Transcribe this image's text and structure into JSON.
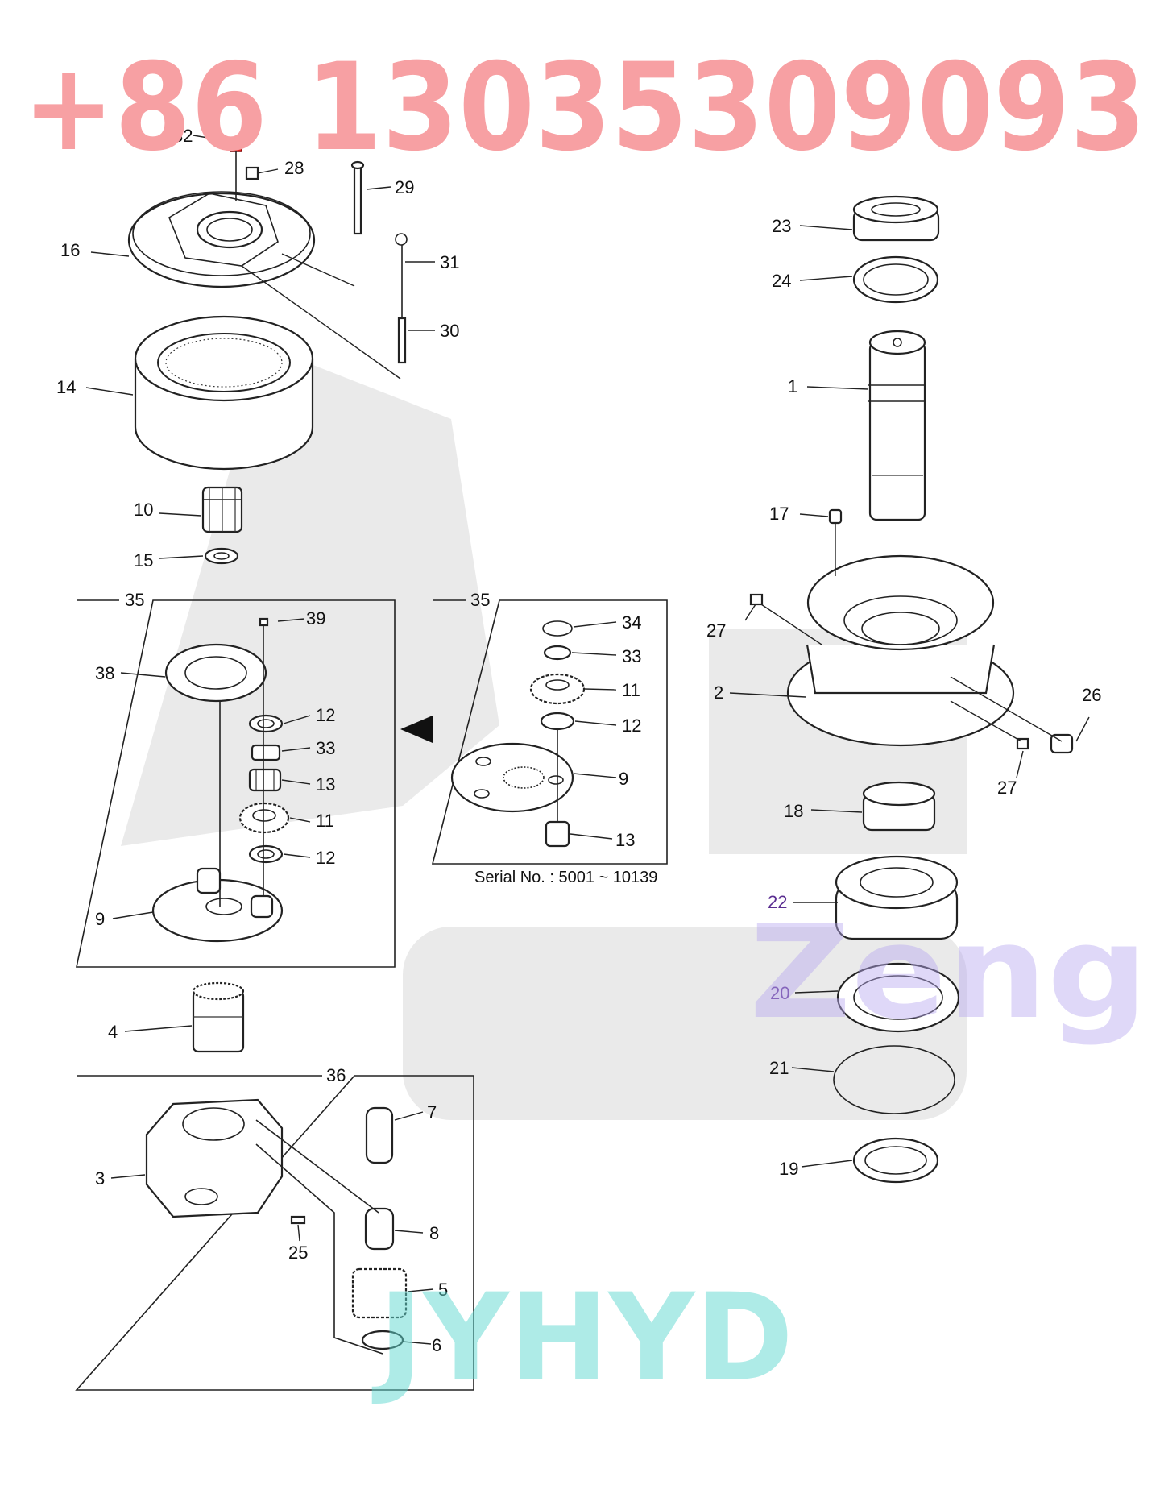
{
  "watermarks": {
    "phone": "+86 13035309093",
    "brand_1": "Zeng",
    "brand_2": "JYHYD"
  },
  "boxes": {
    "group_35_left": "35",
    "group_35_right": "35",
    "group_36": "36"
  },
  "serial_note": "Serial No. : 5001 ~ 10139",
  "callouts": {
    "c32": "32",
    "c28": "28",
    "c29": "29",
    "c16": "16",
    "c31": "31",
    "c30": "30",
    "c14": "14",
    "c10": "10",
    "c15": "15",
    "c39": "39",
    "c38": "38",
    "c12a": "12",
    "c33a": "33",
    "c13a": "13",
    "c11a": "11",
    "c12b": "12",
    "c9a": "9",
    "c34": "34",
    "c33b": "33",
    "c11b": "11",
    "c12c": "12",
    "c9b": "9",
    "c13b": "13",
    "c4": "4",
    "c7": "7",
    "c3": "3",
    "c8": "8",
    "c25": "25",
    "c5": "5",
    "c6": "6",
    "c23": "23",
    "c24": "24",
    "c1": "1",
    "c17": "17",
    "c27a": "27",
    "c2": "2",
    "c26": "26",
    "c27b": "27",
    "c18": "18",
    "c22": "22",
    "c20": "20",
    "c21": "21",
    "c19": "19"
  },
  "colors": {
    "phone_watermark": "#f7a0a3",
    "zeng_watermark": "#b9a9f0",
    "jyhyd_watermark": "#5fd8d0",
    "highlight_red": "#e0201c",
    "callout_purple": "#5a2d91"
  }
}
